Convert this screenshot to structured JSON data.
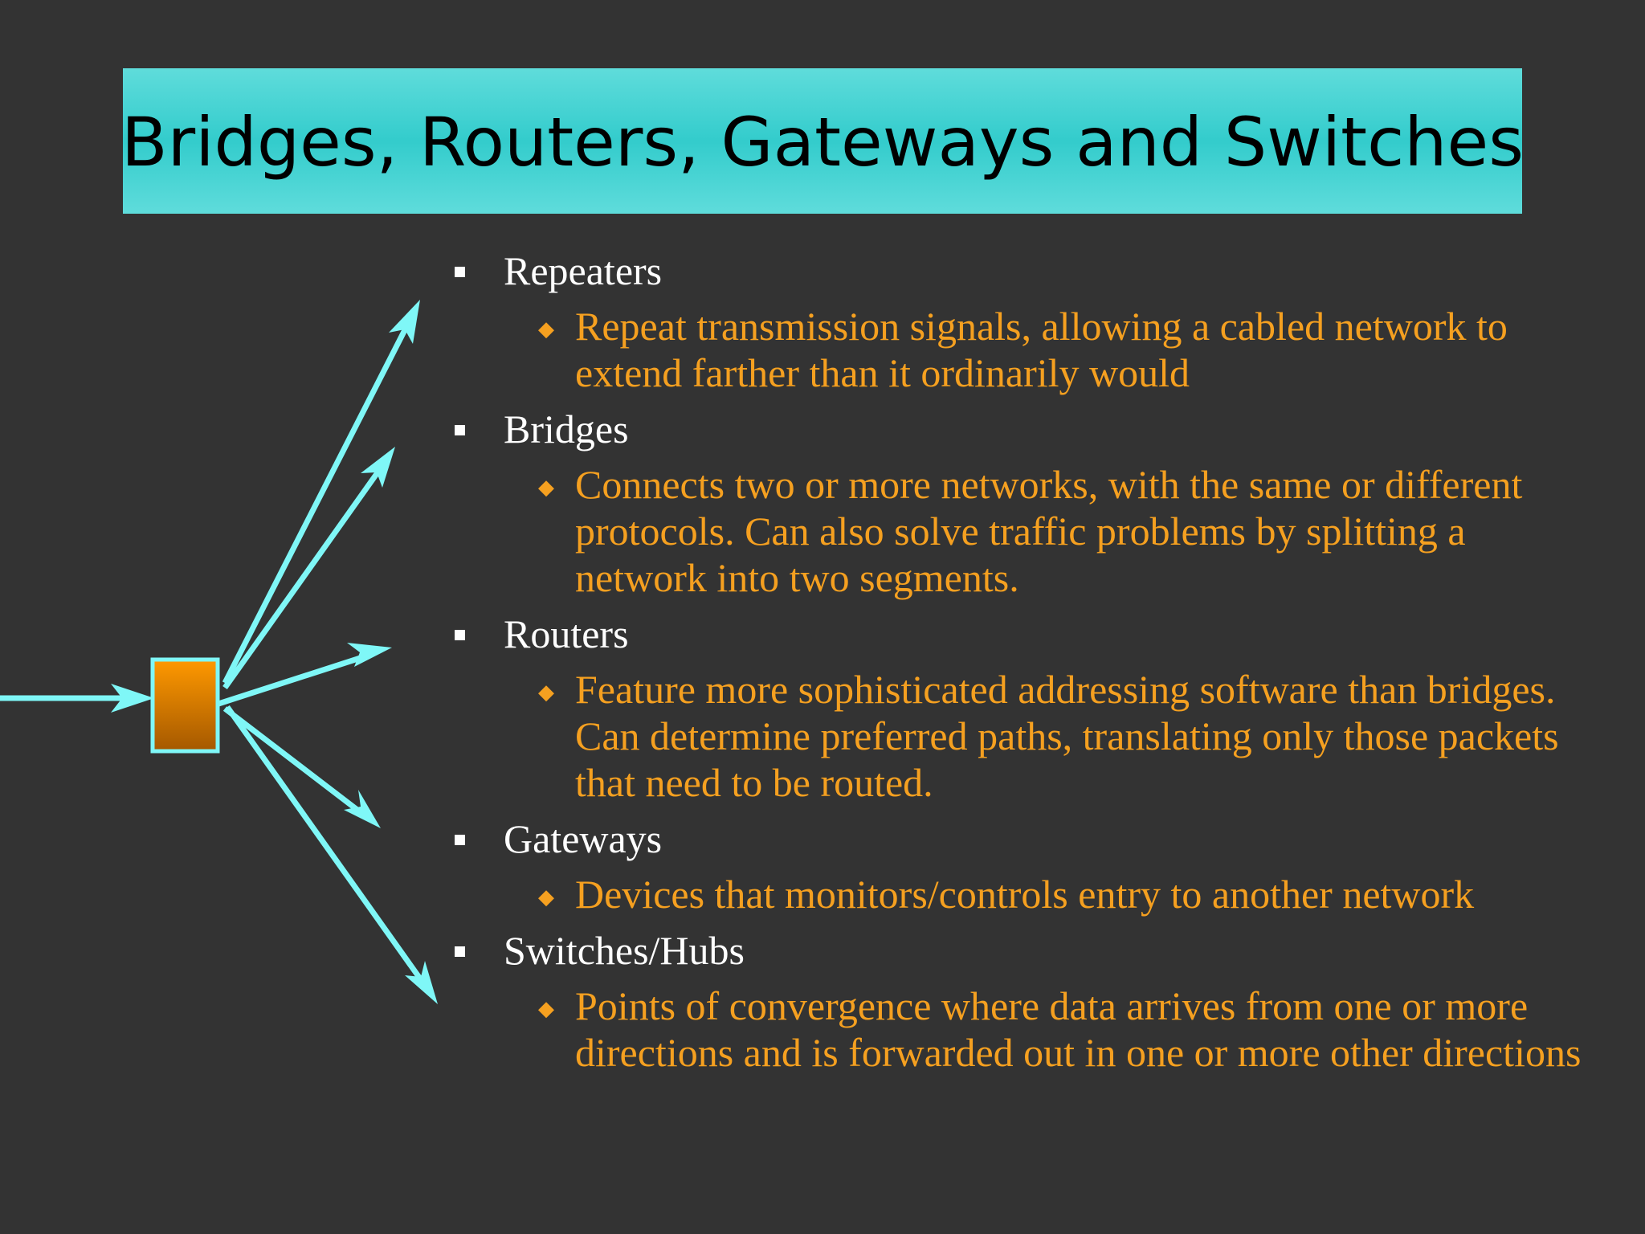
{
  "slide": {
    "title": "Bridges, Routers, Gateways and Switches",
    "colors": {
      "background": "#333333",
      "title_banner": "#33cccc",
      "title_text": "#000000",
      "heading_text": "#ffffff",
      "body_text": "#f5a020",
      "arrow": "#7ff7f7",
      "node_fill_top": "#ff9900",
      "node_fill_bottom": "#a45800"
    },
    "icons": {
      "level1_marker": "square-bullet-icon",
      "level2_marker": "diamond-bullet-icon"
    },
    "items": [
      {
        "heading": "Repeaters",
        "detail": "Repeat transmission signals, allowing a cabled network to extend farther than it ordinarily would"
      },
      {
        "heading": "Bridges",
        "detail": "Connects two or more networks, with the same or different  protocols. Can also solve traffic problems by splitting a network into two segments."
      },
      {
        "heading": "Routers",
        "detail": "Feature more sophisticated addressing software than bridges. Can determine preferred paths, translating only those packets that need to be routed."
      },
      {
        "heading": "Gateways",
        "detail": "Devices that monitors/controls entry to another network"
      },
      {
        "heading": "Switches/Hubs",
        "detail": "Points of convergence where data arrives from one or more directions and is forwarded out in one or more other directions"
      }
    ]
  }
}
